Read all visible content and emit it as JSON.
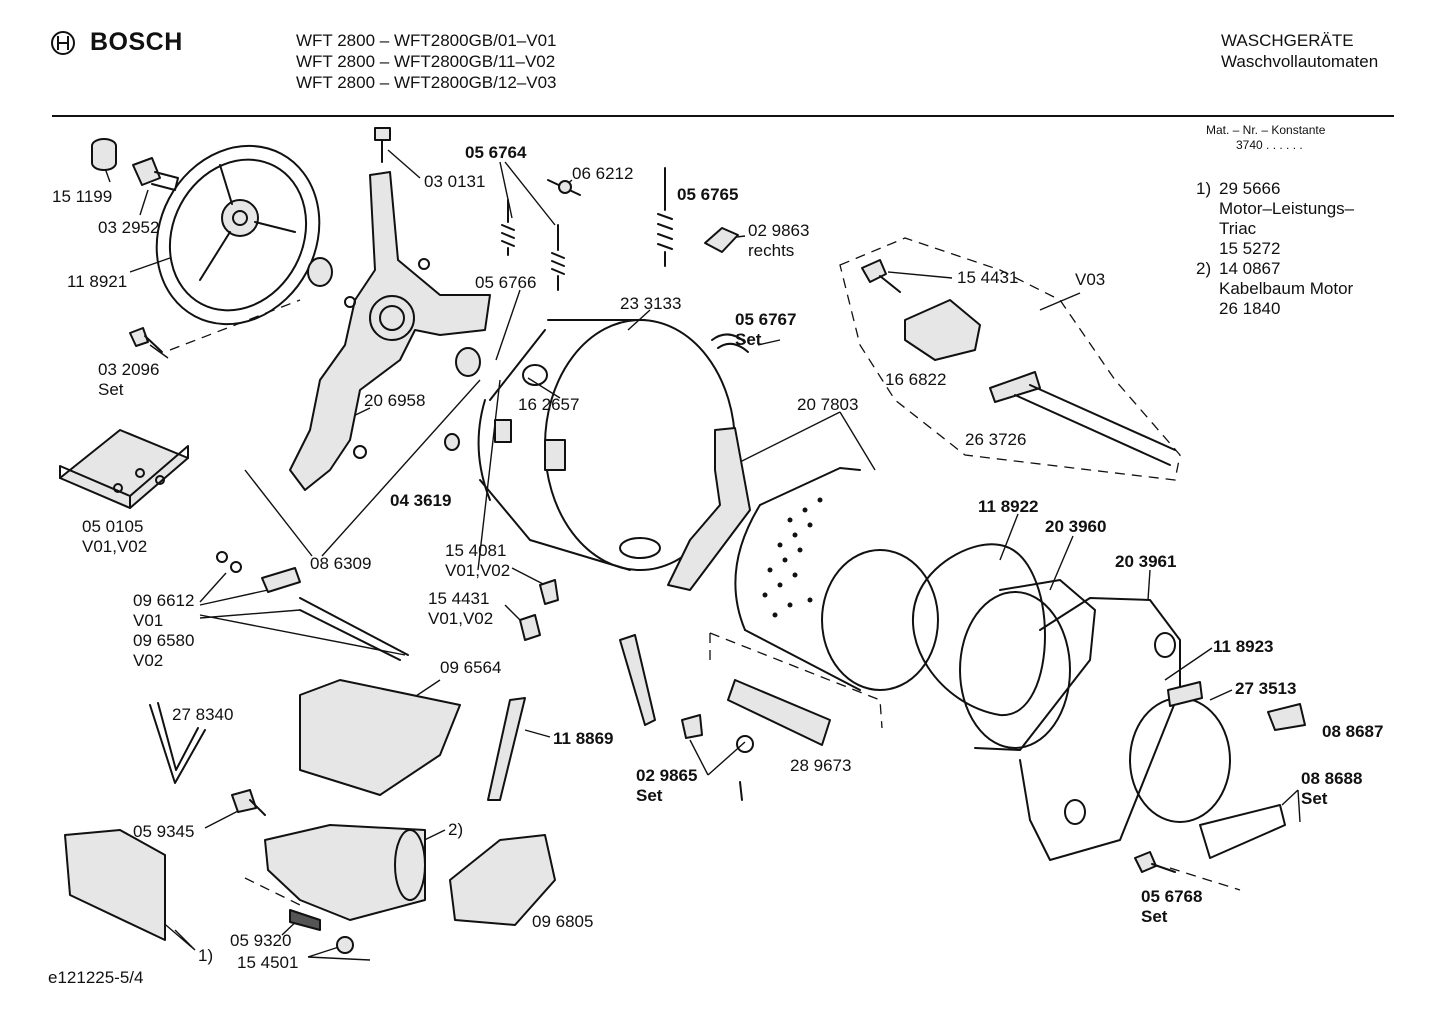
{
  "header": {
    "brand": "BOSCH",
    "models": [
      "WFT 2800 – WFT2800GB/01–V01",
      "WFT 2800 – WFT2800GB/11–V02",
      "WFT 2800 – WFT2800GB/12–V03"
    ],
    "category_line1": "WASCHGERÄTE",
    "category_line2": "Waschvollautomaten"
  },
  "mat_nr": {
    "label": "Mat. – Nr. – Konstante",
    "value": "3740 . . . . . ."
  },
  "notes": [
    {
      "num": "1)",
      "lines": [
        "29 5666",
        "Motor–Leistungs–",
        "Triac",
        "15 5272"
      ]
    },
    {
      "num": "2)",
      "lines": [
        "14 0867",
        "Kabelbaum Motor",
        "26 1840"
      ]
    }
  ],
  "footer": {
    "code": "e121225-5/4"
  },
  "parts": [
    {
      "id": "p151199",
      "lines": [
        "15 1199"
      ],
      "bold": false
    },
    {
      "id": "p032952",
      "lines": [
        "03 2952"
      ],
      "bold": false
    },
    {
      "id": "p118921",
      "lines": [
        "11 8921"
      ],
      "bold": false
    },
    {
      "id": "p032096",
      "lines": [
        "03 2096",
        "Set"
      ],
      "bold": false
    },
    {
      "id": "p050105",
      "lines": [
        "05 0105",
        "V01,V02"
      ],
      "bold": false
    },
    {
      "id": "p030131",
      "lines": [
        "03 0131"
      ],
      "bold": false
    },
    {
      "id": "p206958",
      "lines": [
        "20 6958"
      ],
      "bold": false
    },
    {
      "id": "p086309",
      "lines": [
        "08 6309"
      ],
      "bold": false
    },
    {
      "id": "p056764",
      "lines": [
        "05 6764"
      ],
      "bold": true
    },
    {
      "id": "p066212",
      "lines": [
        "06 6212"
      ],
      "bold": false
    },
    {
      "id": "p056765",
      "lines": [
        "05 6765"
      ],
      "bold": true
    },
    {
      "id": "p029863",
      "lines": [
        "02 9863",
        "rechts"
      ],
      "bold": false
    },
    {
      "id": "p056766",
      "lines": [
        "05 6766"
      ],
      "bold": false
    },
    {
      "id": "p233133",
      "lines": [
        "23 3133"
      ],
      "bold": false
    },
    {
      "id": "p162657",
      "lines": [
        "16 2657"
      ],
      "bold": false
    },
    {
      "id": "p043619",
      "lines": [
        "04 3619"
      ],
      "bold": true
    },
    {
      "id": "p056767",
      "lines": [
        "05 6767",
        "Set"
      ],
      "bold": true
    },
    {
      "id": "p154431a",
      "lines": [
        "15 4431"
      ],
      "bold": false
    },
    {
      "id": "p166822",
      "lines": [
        "16 6822"
      ],
      "bold": false
    },
    {
      "id": "p263726",
      "lines": [
        "26 3726"
      ],
      "bold": false
    },
    {
      "id": "pV03",
      "lines": [
        "V03"
      ],
      "bold": false
    },
    {
      "id": "p207803",
      "lines": [
        "20 7803"
      ],
      "bold": false
    },
    {
      "id": "p154081",
      "lines": [
        "15 4081",
        "V01,V02"
      ],
      "bold": false
    },
    {
      "id": "p154431b",
      "lines": [
        "15 4431",
        "V01,V02"
      ],
      "bold": false
    },
    {
      "id": "p096612",
      "lines": [
        "09 6612",
        "V01",
        "09 6580",
        "V02"
      ],
      "bold": false
    },
    {
      "id": "p096564",
      "lines": [
        "09 6564"
      ],
      "bold": false
    },
    {
      "id": "p278340",
      "lines": [
        "27 8340"
      ],
      "bold": false
    },
    {
      "id": "p059345",
      "lines": [
        "05 9345"
      ],
      "bold": false
    },
    {
      "id": "p118869",
      "lines": [
        "11 8869"
      ],
      "bold": true
    },
    {
      "id": "p2",
      "lines": [
        "2)"
      ],
      "bold": false
    },
    {
      "id": "p059320",
      "lines": [
        "05 9320"
      ],
      "bold": false
    },
    {
      "id": "p154501",
      "lines": [
        "15 4501"
      ],
      "bold": false
    },
    {
      "id": "p1",
      "lines": [
        "1)"
      ],
      "bold": false
    },
    {
      "id": "p096805",
      "lines": [
        "09 6805"
      ],
      "bold": false
    },
    {
      "id": "p029865",
      "lines": [
        "02 9865",
        "Set"
      ],
      "bold": true
    },
    {
      "id": "p289673",
      "lines": [
        "28 9673"
      ],
      "bold": false
    },
    {
      "id": "p118922",
      "lines": [
        "11 8922"
      ],
      "bold": true
    },
    {
      "id": "p203960",
      "lines": [
        "20 3960"
      ],
      "bold": true
    },
    {
      "id": "p203961",
      "lines": [
        "20 3961"
      ],
      "bold": true
    },
    {
      "id": "p118923",
      "lines": [
        "11 8923"
      ],
      "bold": true
    },
    {
      "id": "p273513",
      "lines": [
        "27 3513"
      ],
      "bold": true
    },
    {
      "id": "p088687",
      "lines": [
        "08 8687"
      ],
      "bold": true
    },
    {
      "id": "p088688",
      "lines": [
        "08 8688",
        "Set"
      ],
      "bold": true
    },
    {
      "id": "p056768",
      "lines": [
        "05 6768",
        "Set"
      ],
      "bold": true
    }
  ]
}
